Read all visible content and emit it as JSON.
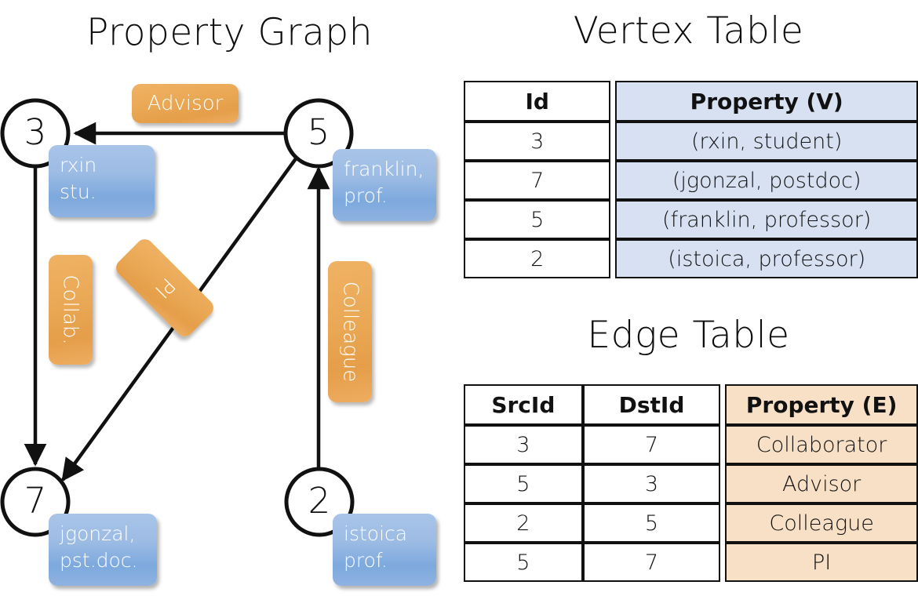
{
  "titles": {
    "graph": "Property Graph",
    "vertex_table": "Vertex Table",
    "edge_table": "Edge Table"
  },
  "graph": {
    "nodes": [
      {
        "id": "3",
        "property_lines": "rxin\nstu."
      },
      {
        "id": "5",
        "property_lines": "franklin,\nprof."
      },
      {
        "id": "7",
        "property_lines": "jgonzal,\npst.doc."
      },
      {
        "id": "2",
        "property_lines": "istoica\nprof."
      }
    ],
    "edge_labels": [
      {
        "name": "advisor",
        "text": "Advisor"
      },
      {
        "name": "collab",
        "text": "Collab."
      },
      {
        "name": "pi",
        "text": "PI"
      },
      {
        "name": "colleague",
        "text": "Colleague"
      }
    ]
  },
  "vertex_table": {
    "headers": [
      "Id",
      "Property (V)"
    ],
    "rows": [
      {
        "id": "3",
        "property": "(rxin, student)"
      },
      {
        "id": "7",
        "property": "(jgonzal, postdoc)"
      },
      {
        "id": "5",
        "property": "(franklin, professor)"
      },
      {
        "id": "2",
        "property": "(istoica, professor)"
      }
    ]
  },
  "edge_table": {
    "headers": [
      "SrcId",
      "DstId",
      "Property (E)"
    ],
    "rows": [
      {
        "src": "3",
        "dst": "7",
        "property": "Collaborator"
      },
      {
        "src": "5",
        "dst": "3",
        "property": "Advisor"
      },
      {
        "src": "2",
        "dst": "5",
        "property": "Colleague"
      },
      {
        "src": "5",
        "dst": "7",
        "property": "PI"
      }
    ]
  },
  "colors": {
    "node_property_box": "#8fb2e0",
    "edge_label_box": "#eaa855",
    "vertex_table_cell": "#d7e1f2",
    "edge_table_cell": "#f7e0c6",
    "stroke": "#111111"
  }
}
